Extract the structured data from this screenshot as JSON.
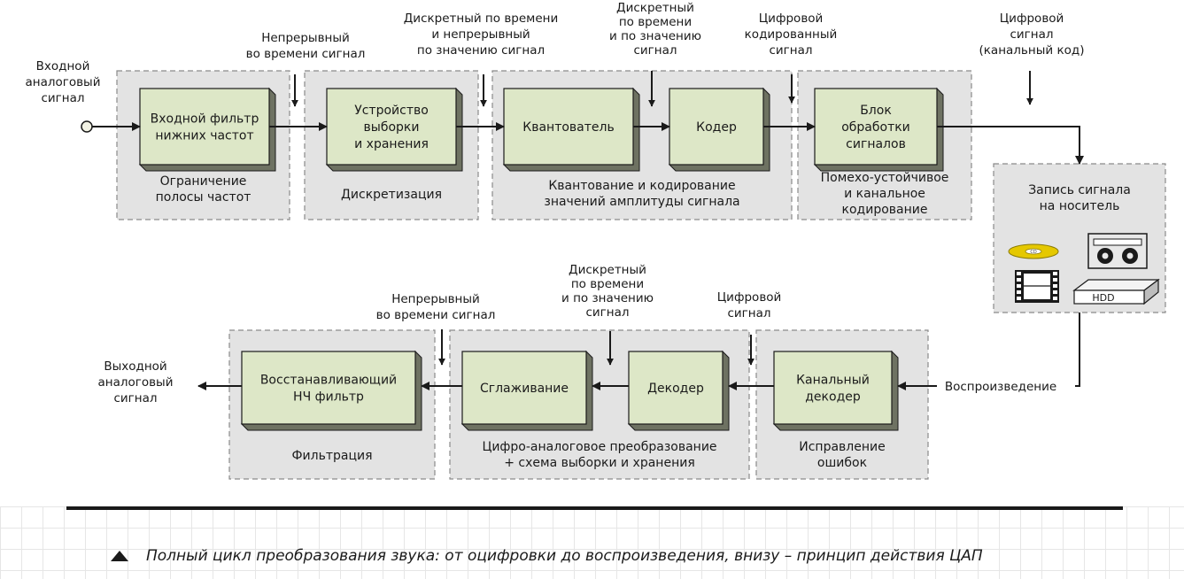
{
  "caption": {
    "text": "Полный цикл преобразования звука: от оцифровки до воспроизведения, внизу – принцип действия ЦАП"
  },
  "input": {
    "label": [
      "Входной",
      "аналоговый",
      "сигнал"
    ]
  },
  "output": {
    "label": [
      "Выходной",
      "аналоговый",
      "сигнал"
    ]
  },
  "playback": {
    "label": "Воспроизведение"
  },
  "groups": {
    "g_lpf": {
      "label": [
        "Ограничение",
        "полосы частот"
      ]
    },
    "g_sample": {
      "label": [
        "Дискретизация"
      ]
    },
    "g_quant": {
      "label": [
        "Квантование и кодирование",
        "значений амплитуды сигнала"
      ]
    },
    "g_proc": {
      "label": [
        "Помехо-устойчивое",
        "и канальное",
        "кодирование"
      ]
    },
    "g_record": {
      "label": [
        "Запись сигнала",
        "на носитель"
      ]
    },
    "g_filter": {
      "label": [
        "Фильтрация"
      ]
    },
    "g_dac": {
      "label": [
        "Цифро-аналоговое преобразование",
        "+ схема выборки и хранения"
      ]
    },
    "g_errcorr": {
      "label": [
        "Исправление",
        "ошибок"
      ]
    }
  },
  "boxes": {
    "lpf": {
      "label": [
        "Входной фильтр",
        "нижних частот"
      ]
    },
    "sh": {
      "label": [
        "Устройство",
        "выборки",
        "и хранения"
      ]
    },
    "quantizer": {
      "label": [
        "Квантователь"
      ]
    },
    "coder": {
      "label": [
        "Кодер"
      ]
    },
    "proc": {
      "label": [
        "Блок",
        "обработки",
        "сигналов"
      ]
    },
    "recon": {
      "label": [
        "Восстанавливающий",
        "НЧ фильтр"
      ]
    },
    "smooth": {
      "label": [
        "Сглаживание"
      ]
    },
    "decoder": {
      "label": [
        "Декодер"
      ]
    },
    "chandec": {
      "label": [
        "Канальный",
        "декодер"
      ]
    }
  },
  "signals": {
    "s1": {
      "label": [
        "Непрерывный",
        "во времени сигнал"
      ]
    },
    "s2": {
      "label": [
        "Дискретный по времени",
        "и непрерывный",
        "по значению сигнал"
      ]
    },
    "s3": {
      "label": [
        "Дискретный",
        "по времени",
        "и по значению",
        "сигнал"
      ]
    },
    "s4": {
      "label": [
        "Цифровой",
        "кодированный",
        "сигнал"
      ]
    },
    "s5": {
      "label": [
        "Цифровой",
        "сигнал",
        "(канальный код)"
      ]
    },
    "s6": {
      "label": [
        "Непрерывный",
        "во времени сигнал"
      ]
    },
    "s7": {
      "label": [
        "Дискретный",
        "по времени",
        "и по значению",
        "сигнал"
      ]
    },
    "s8": {
      "label": [
        "Цифровой",
        "сигнал"
      ]
    }
  },
  "media": {
    "hdd_label": "HDD",
    "cd_label": "CD"
  },
  "colors": {
    "group_fill": "#e3e3e3",
    "group_border": "#8a8a8a",
    "box_fill": "#dde7c7",
    "box_shadow": "#6e7262",
    "line": "#1a1a1a"
  }
}
